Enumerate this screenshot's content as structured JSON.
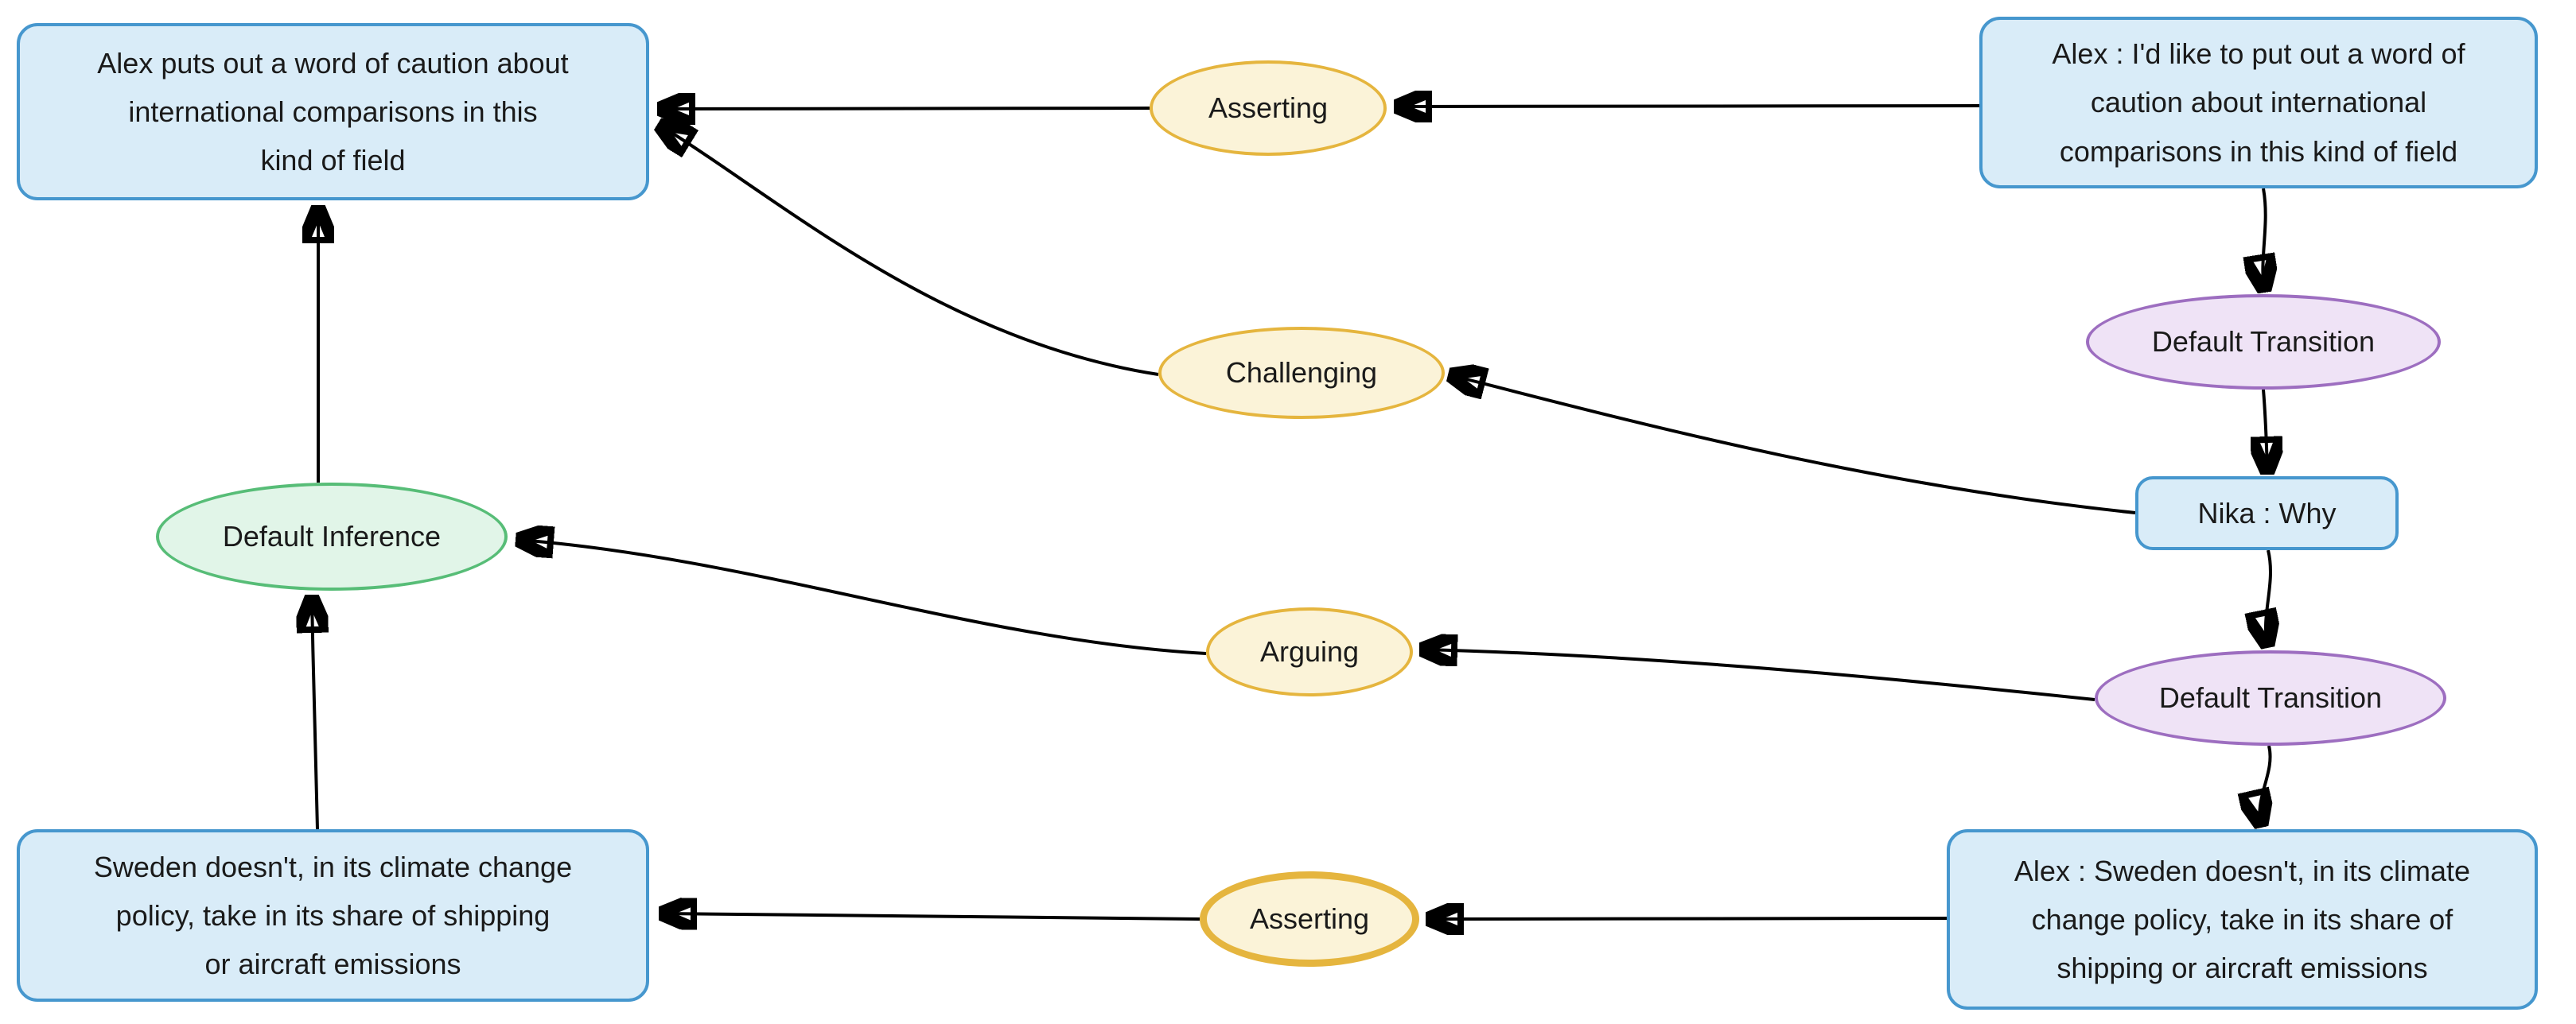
{
  "diagram": {
    "nodes": {
      "statement_top_left": {
        "label": "Alex puts out a word of caution about\ninternational comparisons in this\nkind of field",
        "type": "statement"
      },
      "asserting_top": {
        "label": "Asserting",
        "type": "speech-act"
      },
      "locution_alex_caution": {
        "label": "Alex : I'd like to put out a word of\ncaution about international\ncomparisons in this kind of field",
        "type": "locution"
      },
      "transition_1": {
        "label": "Default Transition",
        "type": "transition"
      },
      "locution_nika_why": {
        "label": "Nika : Why",
        "type": "locution"
      },
      "challenging": {
        "label": "Challenging",
        "type": "speech-act"
      },
      "default_inference": {
        "label": "Default Inference",
        "type": "inference"
      },
      "arguing": {
        "label": "Arguing",
        "type": "speech-act"
      },
      "transition_2": {
        "label": "Default Transition",
        "type": "transition"
      },
      "locution_alex_sweden": {
        "label": "Alex : Sweden doesn't, in its climate\nchange policy, take in its share of\nshipping or aircraft emissions",
        "type": "locution"
      },
      "asserting_bottom": {
        "label": "Asserting",
        "type": "speech-act"
      },
      "statement_bottom_left": {
        "label": "Sweden doesn't, in its climate change\npolicy, take in its share of shipping\nor aircraft emissions",
        "type": "statement"
      }
    },
    "edges": [
      {
        "from": "locution_alex_caution",
        "to": "asserting_top"
      },
      {
        "from": "asserting_top",
        "to": "statement_top_left"
      },
      {
        "from": "challenging",
        "to": "statement_top_left"
      },
      {
        "from": "locution_alex_caution",
        "to": "transition_1"
      },
      {
        "from": "transition_1",
        "to": "locution_nika_why"
      },
      {
        "from": "locution_nika_why",
        "to": "challenging"
      },
      {
        "from": "locution_nika_why",
        "to": "transition_2"
      },
      {
        "from": "transition_2",
        "to": "arguing"
      },
      {
        "from": "arguing",
        "to": "default_inference"
      },
      {
        "from": "transition_2",
        "to": "locution_alex_sweden"
      },
      {
        "from": "locution_alex_sweden",
        "to": "asserting_bottom"
      },
      {
        "from": "asserting_bottom",
        "to": "statement_bottom_left"
      },
      {
        "from": "statement_bottom_left",
        "to": "default_inference"
      },
      {
        "from": "default_inference",
        "to": "statement_top_left"
      }
    ],
    "colors": {
      "statement-fill": "#d9ecf8",
      "statement-border": "#4697ce",
      "speech-fill": "#fbf3d8",
      "speech-border": "#e5b53e",
      "transition-fill": "#efe3f6",
      "transition-border": "#9d6ec0",
      "inference-fill": "#e1f5e8",
      "inference-border": "#57bd77",
      "edge": "#000000",
      "text": "#1a1a1a",
      "background": "#ffffff"
    }
  }
}
